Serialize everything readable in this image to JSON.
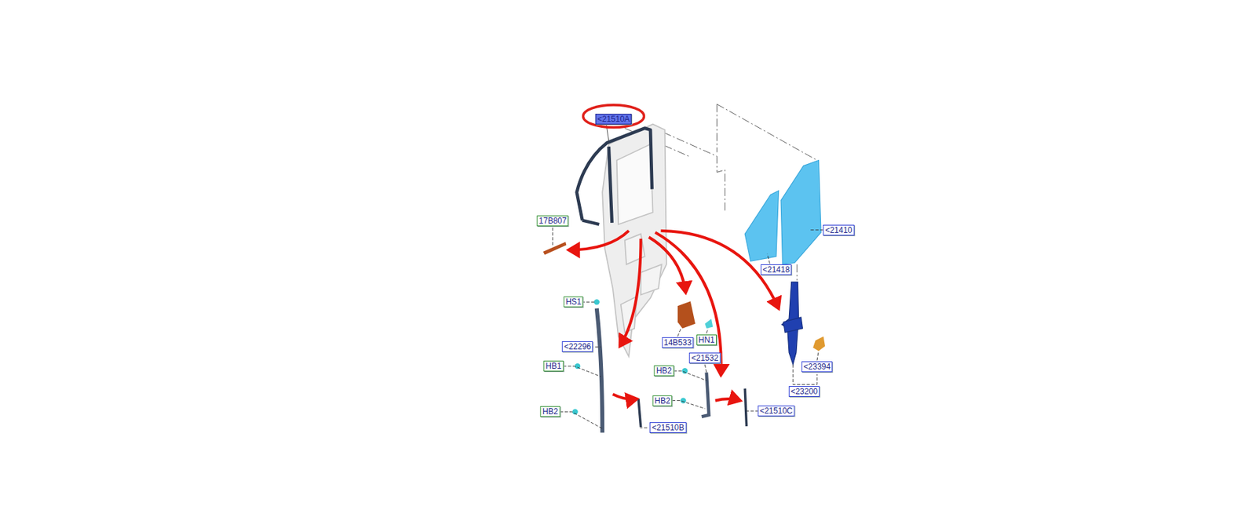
{
  "diagram": {
    "labels": [
      "<21510A",
      "17B807",
      "<21410",
      "<21418",
      "HS1",
      "14B533",
      "HN1",
      "<22296",
      "<21532",
      "HB1",
      "<23394",
      "HB2",
      "<23200",
      "HB2",
      "HB2",
      "<21510C",
      "<21510B"
    ]
  }
}
